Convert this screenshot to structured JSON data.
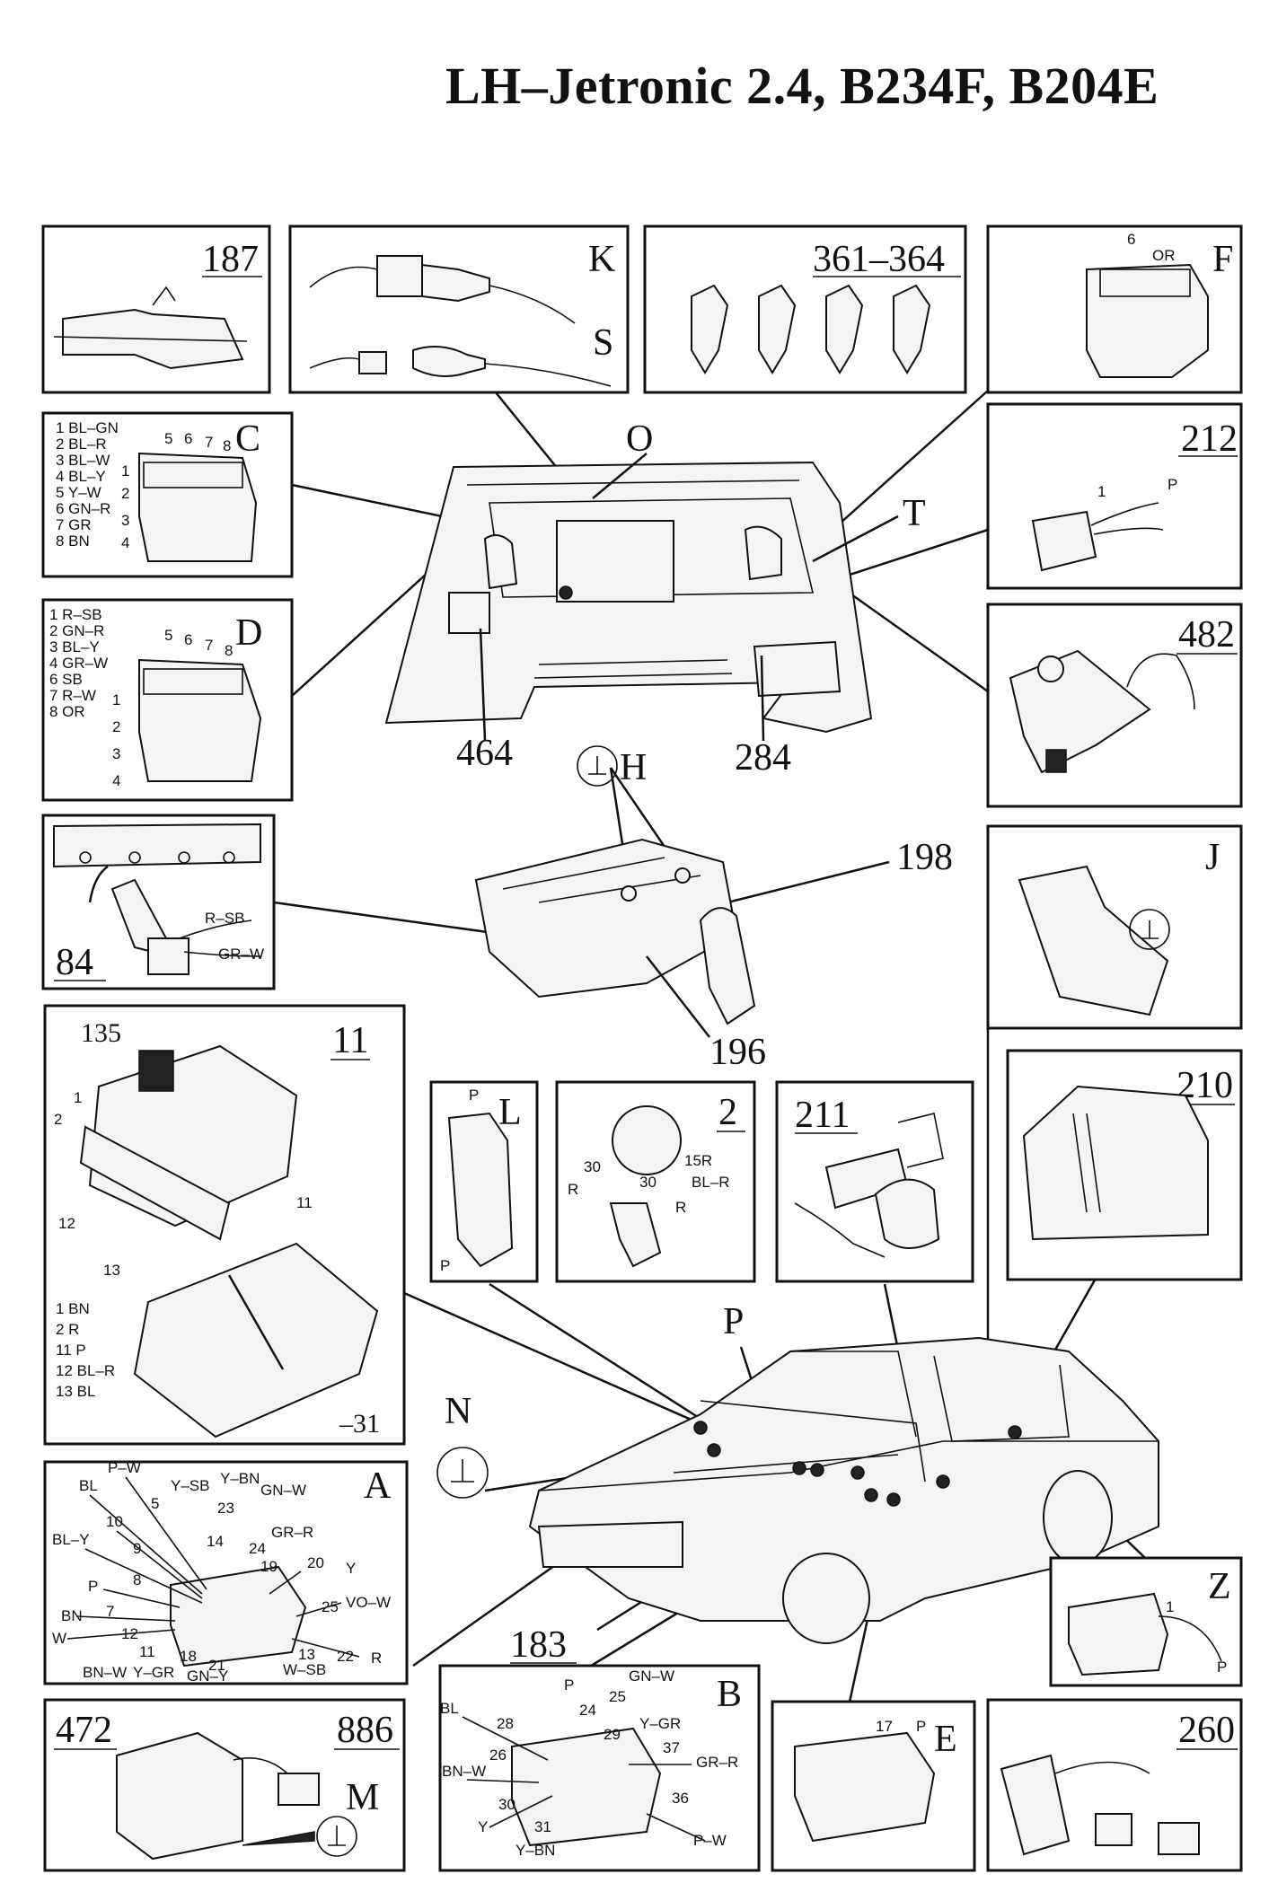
{
  "title": "LH–Jetronic 2.4, B234F, B204E",
  "panels": {
    "p187": {
      "num": "187"
    },
    "pKS": {
      "k": "K",
      "s": "S"
    },
    "p361": {
      "num": "361–364"
    },
    "pF": {
      "letter": "F",
      "pin": "6",
      "wire": "OR"
    },
    "pC": {
      "letter": "C",
      "pins_top": [
        "5",
        "6",
        "7",
        "8"
      ],
      "pins_side": [
        "1",
        "2",
        "3",
        "4"
      ],
      "wires": [
        "1 BL–GN",
        "2 BL–R",
        "3 BL–W",
        "4 BL–Y",
        "5 Y–W",
        "6 GN–R",
        "7 GR",
        "8 BN"
      ]
    },
    "p212": {
      "num": "212",
      "pin": "1",
      "wire": "P"
    },
    "pD": {
      "letter": "D",
      "pins_top": [
        "5",
        "6",
        "7",
        "8"
      ],
      "pins_side": [
        "1",
        "2",
        "3",
        "4"
      ],
      "wires": [
        "1 R–SB",
        "2 GN–R",
        "3 BL–Y",
        "4 GR–W",
        "6 SB",
        "7 R–W",
        "8 OR"
      ]
    },
    "p482": {
      "num": "482"
    },
    "p84": {
      "num": "84",
      "w1": "R–SB",
      "w2": "GR–W"
    },
    "pJ": {
      "letter": "J"
    },
    "p11": {
      "num": "11",
      "relay": "135",
      "pins": [
        "1",
        "2",
        "12",
        "13",
        "11"
      ],
      "wires": [
        "1 BN",
        "2 R",
        "11 P",
        "12 BL–R",
        "13 BL"
      ],
      "ground": "–31"
    },
    "pL": {
      "letter": "L",
      "w_top": "P",
      "w_bot": "P"
    },
    "p2": {
      "num": "2",
      "labels": [
        "30",
        "R",
        "30",
        "R",
        "15R",
        "BL–R"
      ]
    },
    "p211": {
      "num": "211"
    },
    "p210": {
      "num": "210"
    },
    "pA": {
      "letter": "A",
      "labels": [
        "P–W",
        "Y–SB",
        "Y–BN",
        "GN–W",
        "BL",
        "5",
        "23",
        "10",
        "24",
        "GR–R",
        "BL–Y",
        "9",
        "14",
        "19",
        "20",
        "Y",
        "P",
        "8",
        "BN",
        "7",
        "W",
        "12",
        "25",
        "VO–W",
        "11",
        "18",
        "21",
        "13",
        "22",
        "R",
        "BN–W",
        "Y–GR",
        "GN–Y",
        "W–SB"
      ]
    },
    "pZ": {
      "letter": "Z",
      "pin": "1",
      "wire": "P"
    },
    "p472": {
      "num": "472",
      "num2": "886",
      "letter": "M"
    },
    "pB": {
      "letter": "B",
      "labels": [
        "GN–W",
        "P",
        "25",
        "BL",
        "24",
        "28",
        "Y–GR",
        "29",
        "37",
        "GR–R",
        "26",
        "BN–W",
        "30",
        "36",
        "Y",
        "31",
        "Y–BN",
        "P–W"
      ]
    },
    "pE": {
      "letter": "E",
      "pin": "17",
      "wire": "P"
    },
    "p260": {
      "num": "260"
    }
  },
  "engine": {
    "O": "O",
    "T": "T",
    "n464": "464",
    "n284": "284"
  },
  "head": {
    "H": "H",
    "n198": "198",
    "n196": "196"
  },
  "car": {
    "N": "N",
    "P": "P",
    "n183": "183"
  }
}
